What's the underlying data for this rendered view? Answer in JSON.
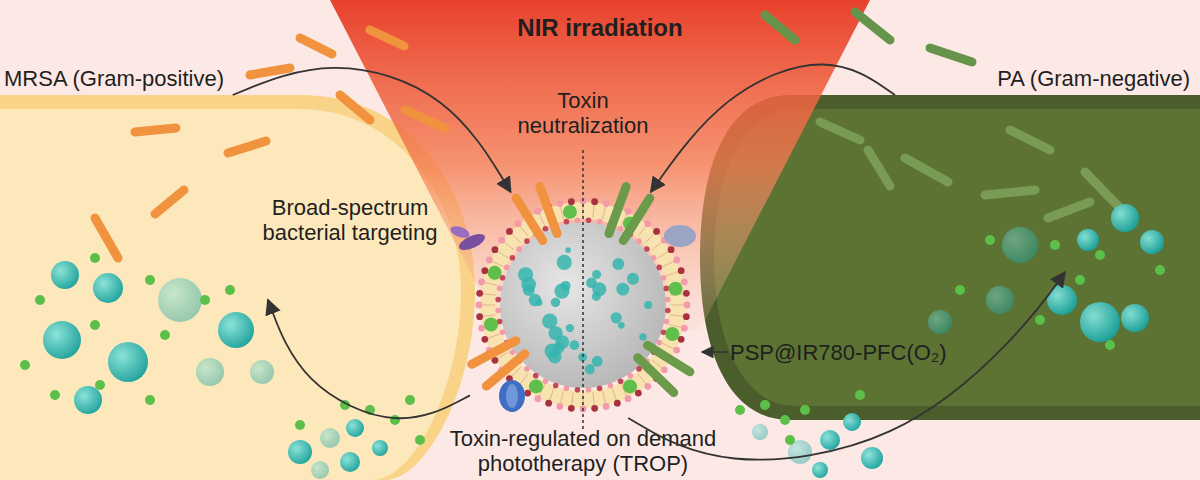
{
  "diagram": {
    "nodes": [
      {
        "text": [
          "NIR irradiation"
        ]
      },
      {
        "text": [
          "MRSA (Gram-positive)"
        ]
      },
      {
        "text": [
          "PA (Gram-negative)"
        ]
      },
      {
        "text": [
          "PSP@IR780-PFC(O₂)"
        ]
      }
    ],
    "edges": [
      {
        "from": 1,
        "to": 3,
        "arrow": "to"
      },
      {
        "from": 2,
        "to": 3,
        "arrow": "to"
      },
      {
        "from": 3,
        "to": 1,
        "arrow": "to"
      },
      {
        "from": 3,
        "to": 2,
        "arrow": "to"
      }
    ],
    "labels": [
      "Toxin neutralization",
      "Broad-spectrum bacterial targeting",
      "Toxin-regulated on demand phototherapy (TROP)"
    ]
  }
}
